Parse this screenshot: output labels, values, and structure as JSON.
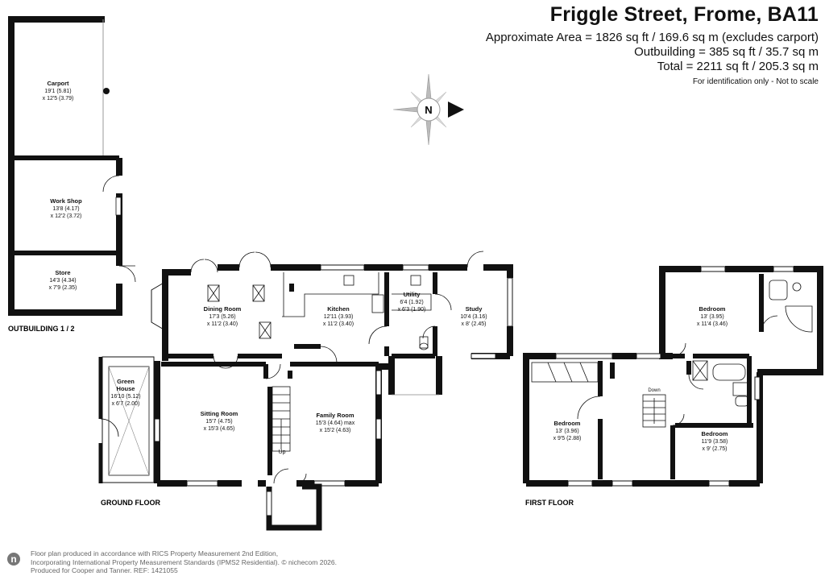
{
  "header": {
    "title": "Friggle Street, Frome, BA11",
    "approx_area": "Approximate Area = 1826 sq ft / 169.6 sq m (excludes carport)",
    "outbuilding": "Outbuilding = 385 sq ft / 35.7 sq m",
    "total": "Total = 2211 sq ft / 205.3 sq m",
    "disclaimer": "For identification only - Not to scale"
  },
  "compass": {
    "letter": "N"
  },
  "floors": {
    "outbuilding": "OUTBUILDING 1 / 2",
    "ground": "GROUND FLOOR",
    "first": "FIRST FLOOR"
  },
  "stairs": {
    "up": "Up",
    "down": "Down"
  },
  "rooms": {
    "carport": {
      "name": "Carport",
      "d1": "19'1 (5.81)",
      "d2": "x 12'5 (3.79)"
    },
    "workshop": {
      "name": "Work Shop",
      "d1": "13'8 (4.17)",
      "d2": "x 12'2 (3.72)"
    },
    "store": {
      "name": "Store",
      "d1": "14'3 (4.34)",
      "d2": "x 7'9 (2.35)"
    },
    "greenhouse": {
      "name1": "Green",
      "name2": "House",
      "d1": "16'10 (5.12)",
      "d2": "x 6'7 (2.00)"
    },
    "dining": {
      "name": "Dining Room",
      "d1": "17'3 (5.26)",
      "d2": "x 11'2 (3.40)"
    },
    "kitchen": {
      "name": "Kitchen",
      "d1": "12'11 (3.93)",
      "d2": "x 11'2 (3.40)"
    },
    "utility": {
      "name": "Utility",
      "d1": "6'4 (1.92)",
      "d2": "x 6'3 (1.90)"
    },
    "study": {
      "name": "Study",
      "d1": "10'4 (3.16)",
      "d2": "x 8' (2.45)"
    },
    "sitting": {
      "name": "Sitting Room",
      "d1": "15'7 (4.75)",
      "d2": "x 15'3 (4.65)"
    },
    "family": {
      "name": "Family Room",
      "d1": "15'3 (4.64) max",
      "d2": "x 15'2 (4.63)"
    },
    "bed1": {
      "name": "Bedroom",
      "d1": "13' (3.95)",
      "d2": "x 11'4 (3.46)"
    },
    "bed2": {
      "name": "Bedroom",
      "d1": "13' (3.96)",
      "d2": "x 9'5 (2.88)"
    },
    "bed3": {
      "name": "Bedroom",
      "d1": "11'9 (3.58)",
      "d2": "x 9' (2.75)"
    }
  },
  "footer": {
    "line1": "Floor plan produced in accordance with RICS Property Measurement 2nd Edition,",
    "line2": "Incorporating International Property Measurement Standards (IPMS2 Residential).  © nichecom 2026.",
    "line3": "Produced for Cooper and Tanner.   REF:  1421055",
    "logo": "n"
  }
}
